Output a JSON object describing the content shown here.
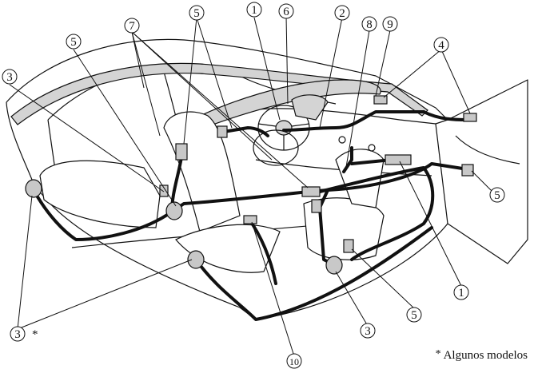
{
  "callouts": [
    {
      "id": "c1-top",
      "label": "1"
    },
    {
      "id": "c1-right",
      "label": "1"
    },
    {
      "id": "c2",
      "label": "2"
    },
    {
      "id": "c3-left",
      "label": "3"
    },
    {
      "id": "c3-bottomleft",
      "label": "3"
    },
    {
      "id": "c3-bottom",
      "label": "3"
    },
    {
      "id": "c4",
      "label": "4"
    },
    {
      "id": "c5-a",
      "label": "5"
    },
    {
      "id": "c5-b",
      "label": "5"
    },
    {
      "id": "c5-c",
      "label": "5"
    },
    {
      "id": "c5-d",
      "label": "5"
    },
    {
      "id": "c6",
      "label": "6"
    },
    {
      "id": "c7",
      "label": "7"
    },
    {
      "id": "c8",
      "label": "8"
    },
    {
      "id": "c9",
      "label": "9"
    },
    {
      "id": "c10",
      "label": "10"
    }
  ],
  "asterisk": "*",
  "note": {
    "star": "*",
    "text": "Algunos modelos"
  }
}
